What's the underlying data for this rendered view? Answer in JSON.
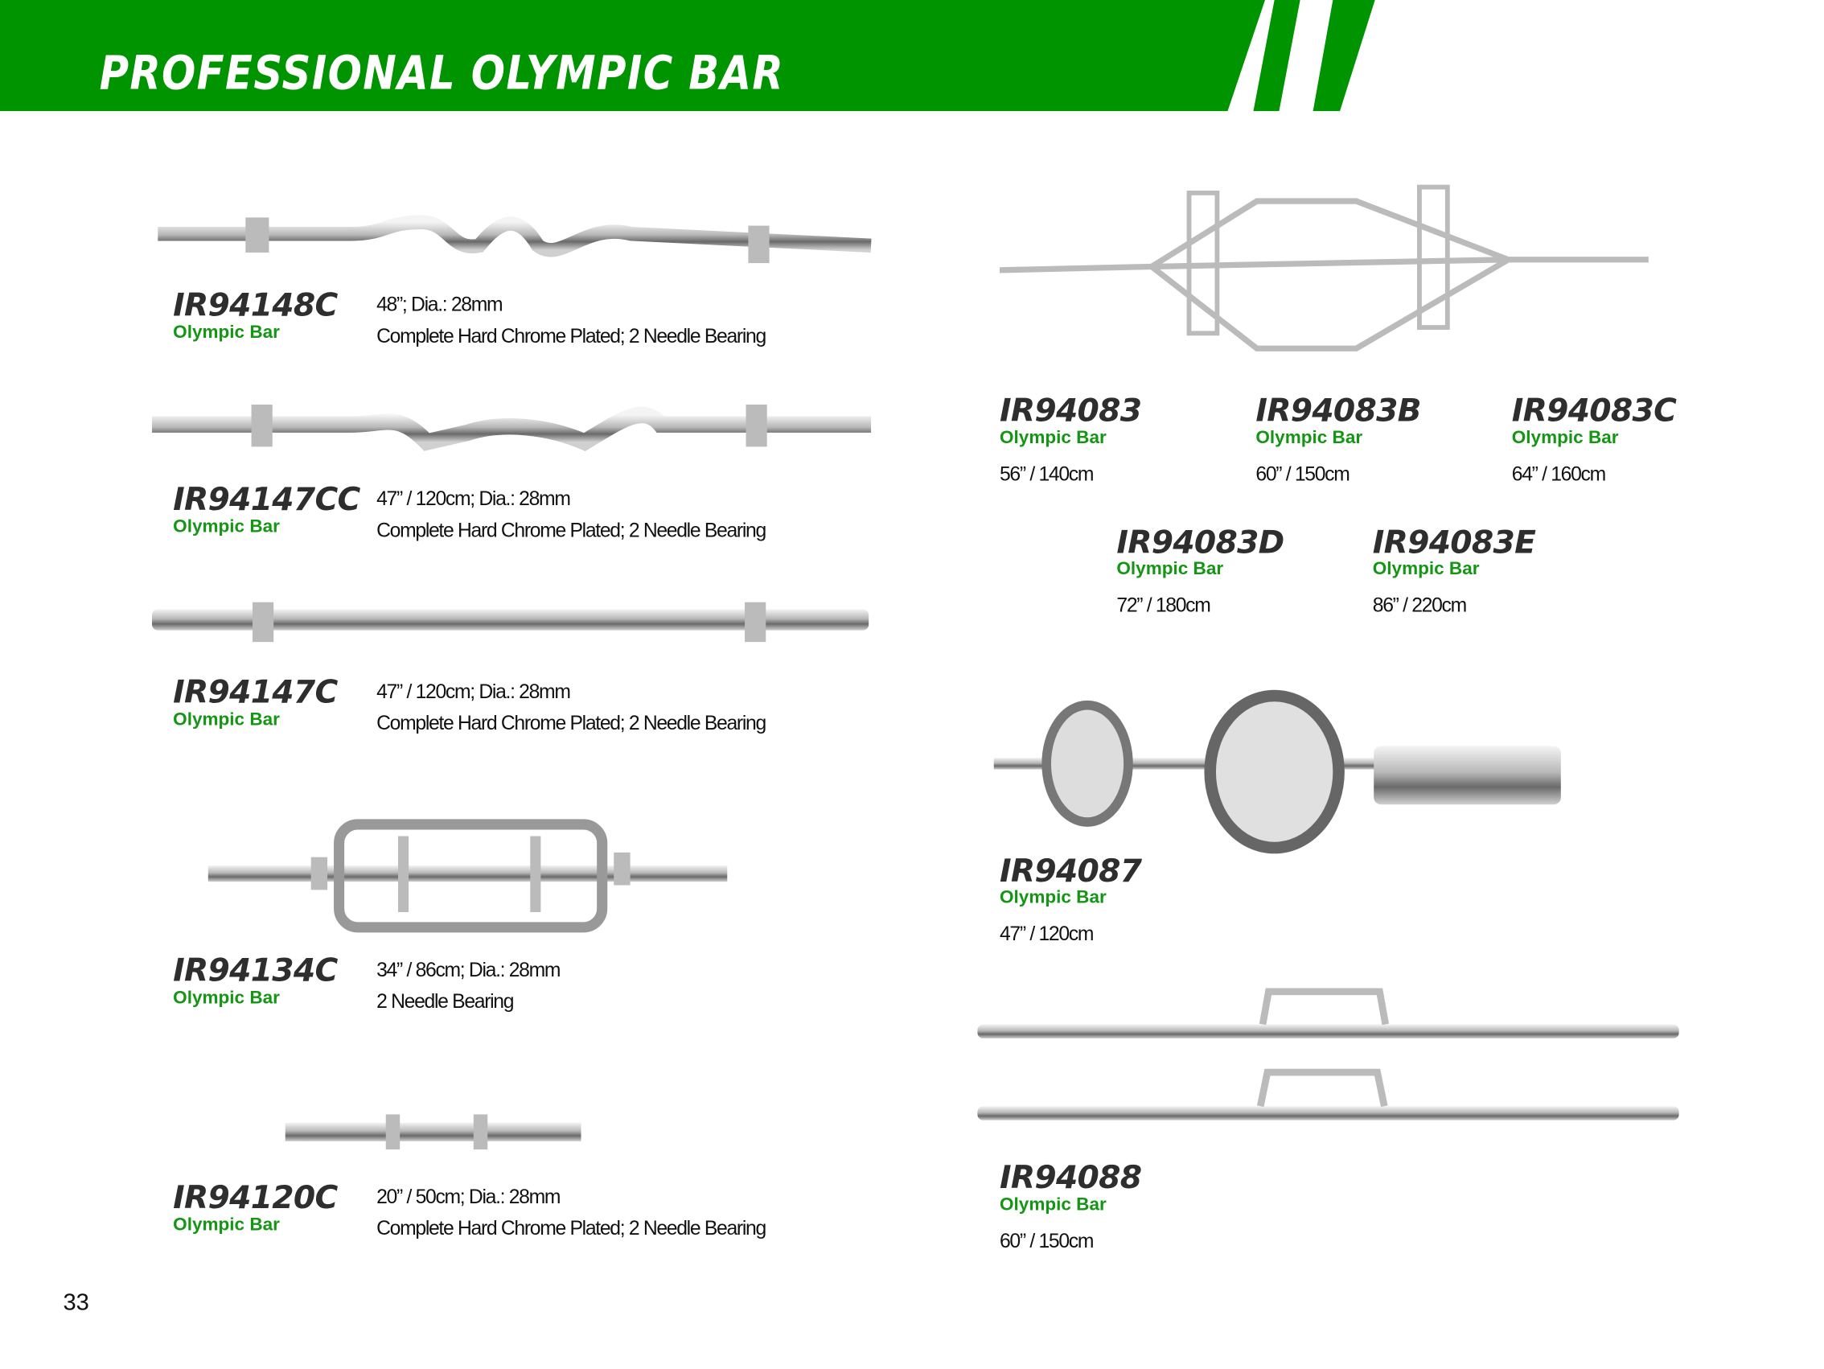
{
  "header": {
    "title": "PROFESSIONAL OLYMPIC BAR",
    "color": "#009400"
  },
  "products": [
    {
      "code": "IR94148C",
      "type": "Olympic Bar",
      "spec1": "48”; Dia.: 28mm",
      "spec2": "Complete Hard Chrome Plated; 2 Needle Bearing"
    },
    {
      "code": "IR94147CC",
      "type": "Olympic Bar",
      "spec1": "47” / 120cm; Dia.: 28mm",
      "spec2": "Complete Hard Chrome Plated; 2 Needle Bearing"
    },
    {
      "code": "IR94147C",
      "type": "Olympic Bar",
      "spec1": "47” / 120cm; Dia.: 28mm",
      "spec2": "Complete Hard Chrome Plated; 2 Needle Bearing"
    },
    {
      "code": "IR94134C",
      "type": "Olympic Bar",
      "spec1": "34” / 86cm; Dia.: 28mm",
      "spec2": "2 Needle Bearing"
    },
    {
      "code": "IR94120C",
      "type": "Olympic Bar",
      "spec1": "20” / 50cm; Dia.: 28mm",
      "spec2": "Complete Hard Chrome Plated; 2 Needle Bearing"
    },
    {
      "code": "IR94083",
      "type": "Olympic Bar",
      "spec1": "56” / 140cm"
    },
    {
      "code": "IR94083B",
      "type": "Olympic Bar",
      "spec1": "60” / 150cm"
    },
    {
      "code": "IR94083C",
      "type": "Olympic Bar",
      "spec1": "64” / 160cm"
    },
    {
      "code": "IR94083D",
      "type": "Olympic Bar",
      "spec1": "72” / 180cm"
    },
    {
      "code": "IR94083E",
      "type": "Olympic Bar",
      "spec1": "86” / 220cm"
    },
    {
      "code": "IR94087",
      "type": "Olympic Bar",
      "spec1": "47” / 120cm"
    },
    {
      "code": "IR94088",
      "type": "Olympic Bar",
      "spec1": "60” / 150cm"
    }
  ],
  "page_number": "33"
}
